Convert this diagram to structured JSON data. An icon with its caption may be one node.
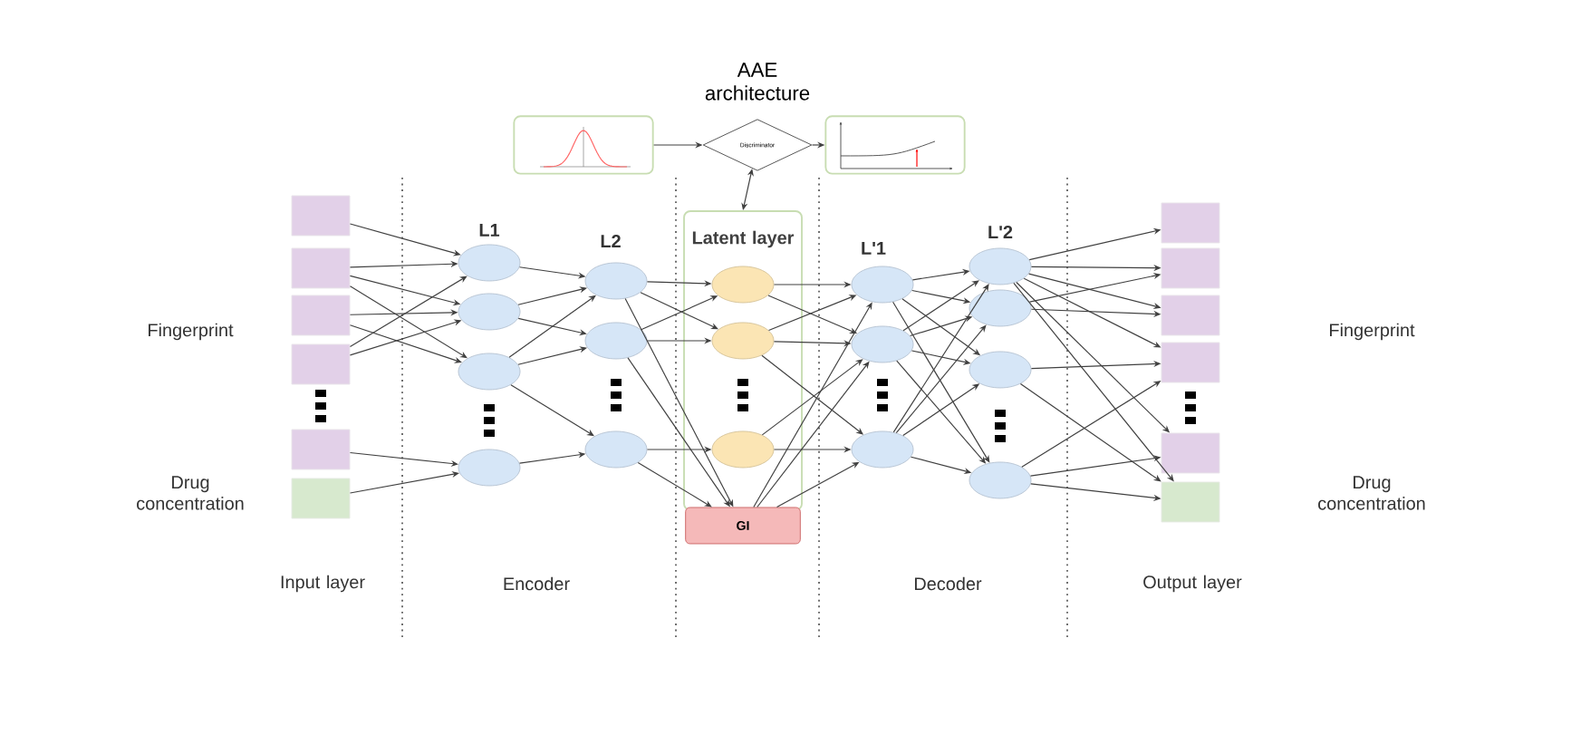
{
  "diagram": {
    "title": "AAE architecture",
    "nodes": [
      {
        "text": [],
        "shape": "box"
      },
      {
        "text": [],
        "shape": "box"
      },
      {
        "text": [],
        "shape": "box"
      },
      {
        "text": [],
        "shape": "box"
      },
      {
        "text": [],
        "shape": "box"
      },
      {
        "text": [],
        "shape": "box"
      },
      {
        "text": [],
        "shape": "circle"
      },
      {
        "text": [],
        "shape": "circle"
      },
      {
        "text": [],
        "shape": "circle"
      },
      {
        "text": [],
        "shape": "circle"
      },
      {
        "text": [],
        "shape": "circle"
      },
      {
        "text": [],
        "shape": "circle"
      },
      {
        "text": [],
        "shape": "circle"
      },
      {
        "text": [
          "Latent layer"
        ]
      },
      {
        "text": [],
        "shape": "circle",
        "in": 13
      },
      {
        "text": [],
        "shape": "circle",
        "in": 13
      },
      {
        "text": [],
        "shape": "circle",
        "in": 13
      },
      {
        "text": [
          "GI"
        ]
      },
      {
        "text": [
          "Discriminator"
        ]
      },
      {
        "text": [],
        "shape": "box"
      },
      {
        "text": [],
        "shape": "box"
      },
      {
        "text": [],
        "shape": "circle"
      },
      {
        "text": [],
        "shape": "circle"
      },
      {
        "text": [],
        "shape": "circle"
      },
      {
        "text": [],
        "shape": "circle"
      },
      {
        "text": [],
        "shape": "circle"
      },
      {
        "text": [],
        "shape": "circle"
      },
      {
        "text": [],
        "shape": "circle"
      },
      {
        "text": [],
        "shape": "box"
      },
      {
        "text": [],
        "shape": "box"
      },
      {
        "text": [],
        "shape": "box"
      },
      {
        "text": [],
        "shape": "box"
      },
      {
        "text": [],
        "shape": "box"
      },
      {
        "text": [],
        "shape": "box"
      }
    ],
    "edges": [
      {
        "from": 0,
        "to": 6,
        "arrow": "to"
      },
      {
        "from": 1,
        "to": 6,
        "arrow": "to"
      },
      {
        "from": 1,
        "to": 7,
        "arrow": "to"
      },
      {
        "from": 1,
        "to": 8,
        "arrow": "to"
      },
      {
        "from": 2,
        "to": 7,
        "arrow": "to"
      },
      {
        "from": 2,
        "to": 8,
        "arrow": "to"
      },
      {
        "from": 3,
        "to": 6,
        "arrow": "to"
      },
      {
        "from": 3,
        "to": 7,
        "arrow": "to"
      },
      {
        "from": 4,
        "to": 9,
        "arrow": "to"
      },
      {
        "from": 5,
        "to": 9,
        "arrow": "to"
      },
      {
        "from": 6,
        "to": 10,
        "arrow": "to"
      },
      {
        "from": 7,
        "to": 10,
        "arrow": "to"
      },
      {
        "from": 7,
        "to": 11,
        "arrow": "to"
      },
      {
        "from": 8,
        "to": 10,
        "arrow": "to"
      },
      {
        "from": 8,
        "to": 11,
        "arrow": "to"
      },
      {
        "from": 8,
        "to": 12,
        "arrow": "to"
      },
      {
        "from": 9,
        "to": 12,
        "arrow": "to"
      },
      {
        "from": 10,
        "to": 14,
        "arrow": "to"
      },
      {
        "from": 10,
        "to": 15,
        "arrow": "to"
      },
      {
        "from": 10,
        "to": 17,
        "arrow": "to"
      },
      {
        "from": 11,
        "to": 14,
        "arrow": "to"
      },
      {
        "from": 11,
        "to": 15,
        "arrow": "to"
      },
      {
        "from": 11,
        "to": 17,
        "arrow": "to"
      },
      {
        "from": 12,
        "to": 16,
        "arrow": "to"
      },
      {
        "from": 12,
        "to": 17,
        "arrow": "to"
      },
      {
        "from": 14,
        "to": 21,
        "arrow": "to"
      },
      {
        "from": 14,
        "to": 22,
        "arrow": "to"
      },
      {
        "from": 15,
        "to": 21,
        "arrow": "to"
      },
      {
        "from": 15,
        "to": 22,
        "arrow": "to"
      },
      {
        "from": 15,
        "to": 23,
        "arrow": "to"
      },
      {
        "from": 16,
        "to": 22,
        "arrow": "to"
      },
      {
        "from": 16,
        "to": 23,
        "arrow": "to"
      },
      {
        "from": 17,
        "to": 21,
        "arrow": "to"
      },
      {
        "from": 17,
        "to": 22,
        "arrow": "to"
      },
      {
        "from": 17,
        "to": 23,
        "arrow": "to"
      },
      {
        "from": 19,
        "to": 18,
        "arrow": "to"
      },
      {
        "from": 18,
        "to": 20,
        "arrow": "to"
      },
      {
        "from": 18,
        "to": 13,
        "arrow": "both"
      },
      {
        "from": 21,
        "to": 24,
        "arrow": "to"
      },
      {
        "from": 21,
        "to": 25,
        "arrow": "to"
      },
      {
        "from": 21,
        "to": 26,
        "arrow": "to"
      },
      {
        "from": 21,
        "to": 27,
        "arrow": "to"
      },
      {
        "from": 22,
        "to": 24,
        "arrow": "to"
      },
      {
        "from": 22,
        "to": 25,
        "arrow": "to"
      },
      {
        "from": 22,
        "to": 26,
        "arrow": "to"
      },
      {
        "from": 22,
        "to": 27,
        "arrow": "to"
      },
      {
        "from": 23,
        "to": 24,
        "arrow": "to"
      },
      {
        "from": 23,
        "to": 25,
        "arrow": "to"
      },
      {
        "from": 23,
        "to": 26,
        "arrow": "to"
      },
      {
        "from": 23,
        "to": 27,
        "arrow": "to"
      },
      {
        "from": 24,
        "to": 28,
        "arrow": "to"
      },
      {
        "from": 24,
        "to": 29,
        "arrow": "to"
      },
      {
        "from": 24,
        "to": 30,
        "arrow": "to"
      },
      {
        "from": 24,
        "to": 31,
        "arrow": "to"
      },
      {
        "from": 24,
        "to": 32,
        "arrow": "to"
      },
      {
        "from": 24,
        "to": 33,
        "arrow": "to"
      },
      {
        "from": 25,
        "to": 29,
        "arrow": "to"
      },
      {
        "from": 25,
        "to": 30,
        "arrow": "to"
      },
      {
        "from": 26,
        "to": 31,
        "arrow": "to"
      },
      {
        "from": 26,
        "to": 33,
        "arrow": "to"
      },
      {
        "from": 27,
        "to": 31,
        "arrow": "to"
      },
      {
        "from": 27,
        "to": 32,
        "arrow": "to"
      },
      {
        "from": 27,
        "to": 33,
        "arrow": "to"
      }
    ],
    "labels": [
      "L1",
      "L2",
      "L'1",
      "L'2",
      "Fingerprint",
      "Fingerprint",
      "Drug concentration",
      "Drug concentration",
      "Input layer",
      "Encoder",
      "Decoder",
      "Output layer"
    ]
  }
}
